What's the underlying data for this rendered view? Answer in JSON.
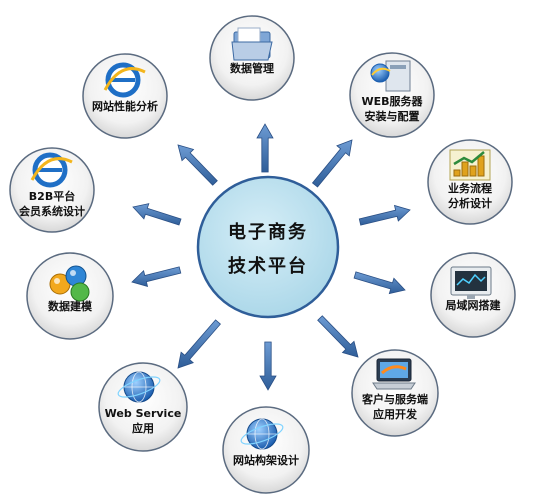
{
  "center": {
    "line1": "电子商务",
    "line2": "技术平台"
  },
  "nodes": [
    {
      "id": "data-mgmt",
      "icon": "folder-icon",
      "lines": [
        "数据管理"
      ]
    },
    {
      "id": "web-server",
      "icon": "server-icon",
      "lines": [
        "WEB服务器",
        "安装与配置"
      ]
    },
    {
      "id": "biz-flow",
      "icon": "bar-chart-icon",
      "lines": [
        "业务流程",
        "分析设计"
      ]
    },
    {
      "id": "lan",
      "icon": "monitor-icon",
      "lines": [
        "局域网搭建"
      ]
    },
    {
      "id": "client-srv",
      "icon": "laptop-icon",
      "lines": [
        "客户与服务端",
        "应用开发"
      ]
    },
    {
      "id": "site-arch",
      "icon": "globe-icon",
      "lines": [
        "网站构架设计"
      ]
    },
    {
      "id": "web-svc",
      "icon": "globe-icon",
      "lines": [
        "Web Service",
        "应用"
      ]
    },
    {
      "id": "data-model",
      "icon": "spheres-icon",
      "lines": [
        "数据建模"
      ]
    },
    {
      "id": "b2b",
      "icon": "browser-icon",
      "lines": [
        "B2B平台",
        "会员系统设计"
      ]
    },
    {
      "id": "perf",
      "icon": "browser-icon",
      "lines": [
        "网站性能分析"
      ]
    }
  ],
  "colors": {
    "arrow": "#3f74b5",
    "center_fill": "#bfe2ef",
    "center_stroke": "#2f5e99",
    "node_stroke": "#5b6b80"
  }
}
